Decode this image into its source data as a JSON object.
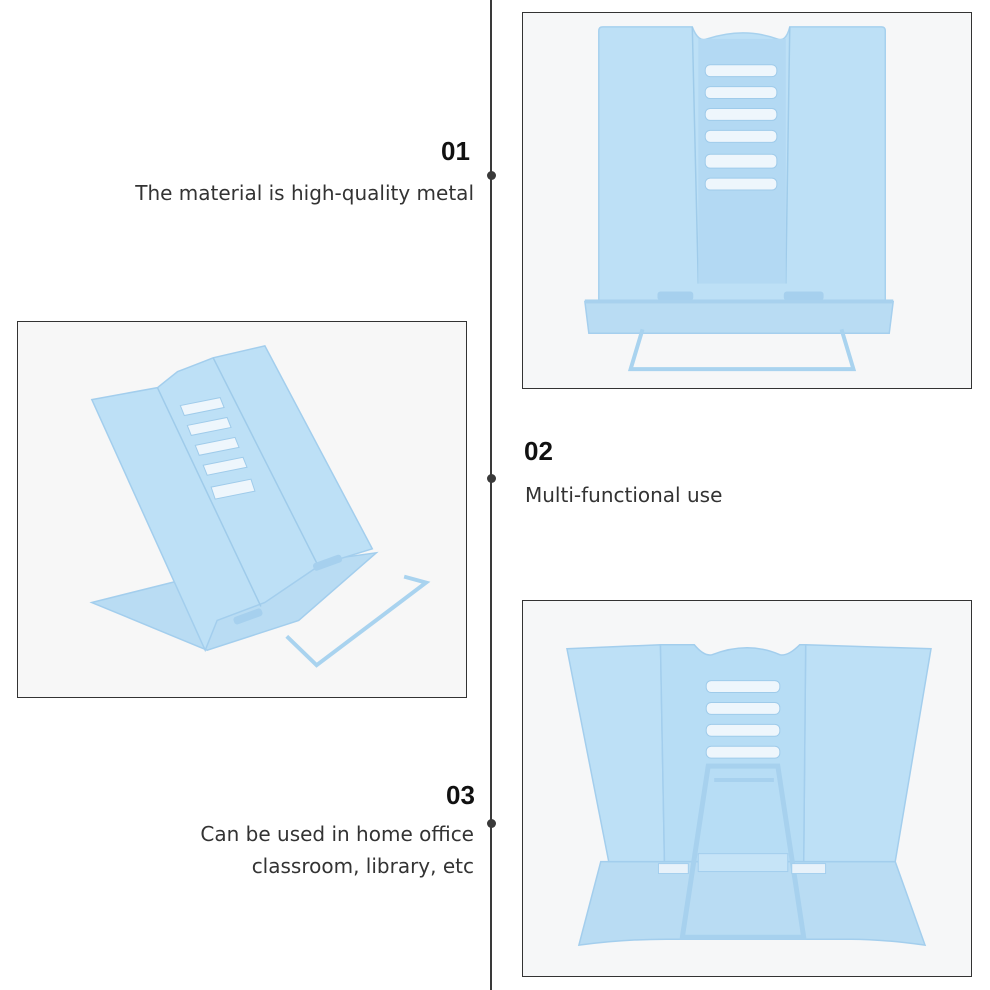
{
  "features": [
    {
      "number": "01",
      "text": "The material is high-quality metal"
    },
    {
      "number": "02",
      "text": "Multi-functional use"
    },
    {
      "number": "03",
      "line1": "Can be used in home office",
      "line2": "classroom, library, etc"
    }
  ],
  "colors": {
    "stand_blue": "#b7dcf4",
    "stand_shadow": "#9ccbec",
    "line": "#3a3a3a",
    "frame_border": "#333333"
  },
  "images": [
    {
      "name": "front-view-photo",
      "subject": "bookstand front view"
    },
    {
      "name": "angled-view-photo",
      "subject": "bookstand angled view"
    },
    {
      "name": "back-view-photo",
      "subject": "bookstand back view with support stand"
    }
  ]
}
